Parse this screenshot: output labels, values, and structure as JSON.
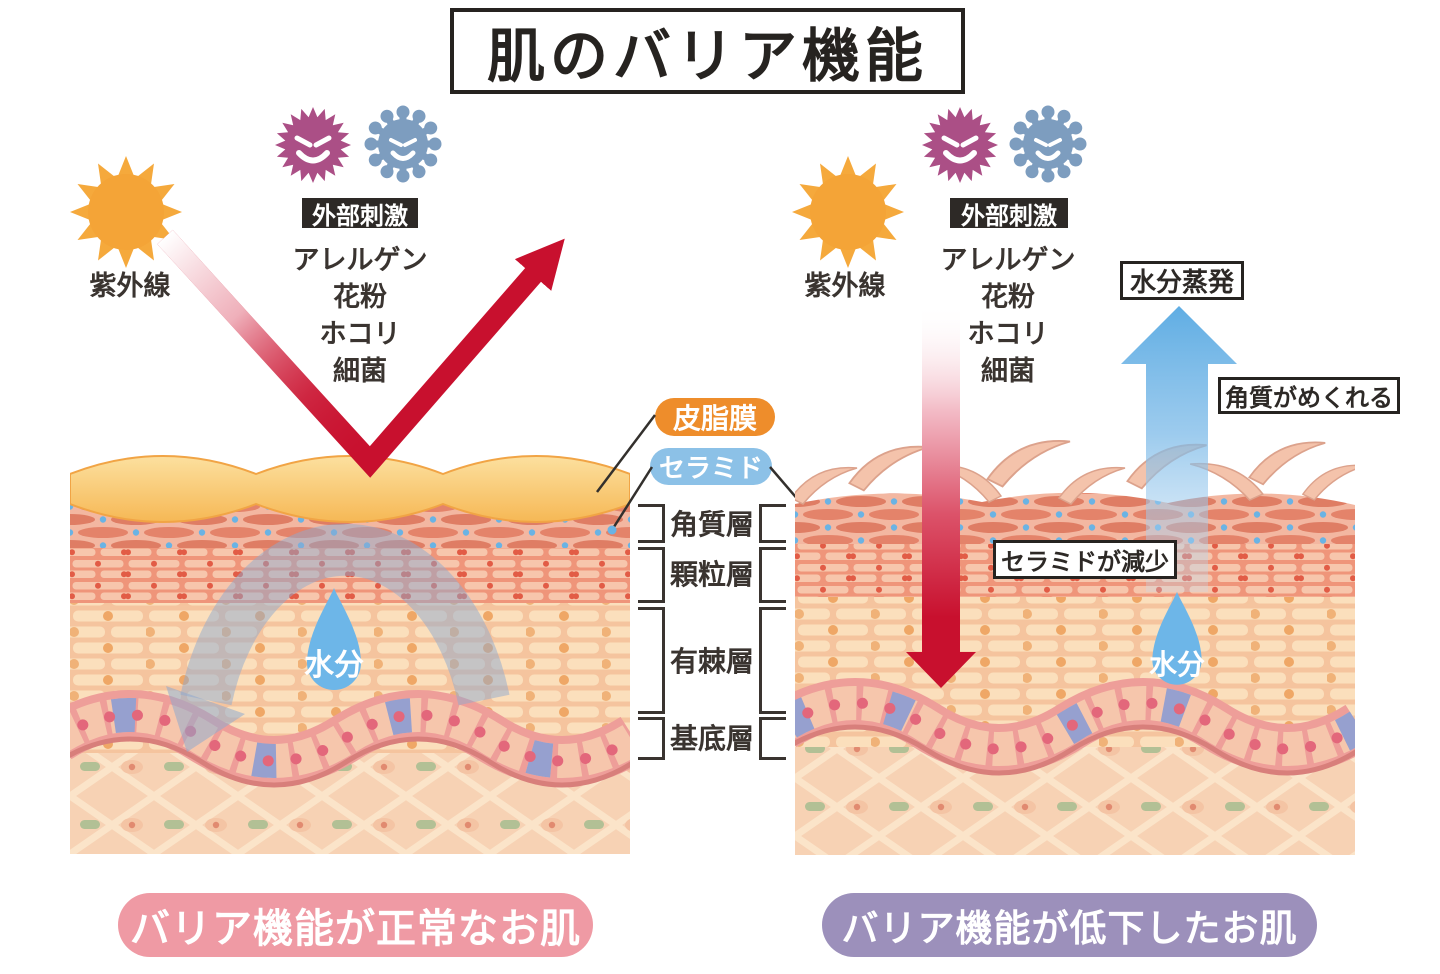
{
  "title": "肌のバリア機能",
  "legend": {
    "sebum": "皮脂膜",
    "ceramide": "セラミド",
    "layers": [
      "角質層",
      "顆粒層",
      "有棘層",
      "基底層"
    ]
  },
  "left": {
    "uv": "紫外線",
    "stimuli_title": "外部刺激",
    "stimuli": [
      "アレルゲン",
      "花粉",
      "ホコリ",
      "細菌"
    ],
    "moisture": "水分",
    "caption": "バリア機能が正常なお肌"
  },
  "right": {
    "uv": "紫外線",
    "stimuli_title": "外部刺激",
    "stimuli": [
      "アレルゲン",
      "花粉",
      "ホコリ",
      "細菌"
    ],
    "evaporation": "水分蒸発",
    "peeling": "角質がめくれる",
    "ceramide_decrease": "セラミドが減少",
    "moisture": "水分",
    "caption": "バリア機能が低下したお肌"
  },
  "colors": {
    "arrow_red": "#c8102e",
    "arrow_blue": "#7cbae8",
    "sun_orange": "#f5a93c",
    "germ_purple": "#ab4f86",
    "germ_blue": "#7d9dbf",
    "sebum_pill_orange": "#ee8d2b",
    "ceramide_pill_blue": "#8cc1e7",
    "stimuli_badge_black": "#2d2926",
    "caption_normal_pink": "#ef9aa4",
    "caption_damaged_purple": "#9c90bb",
    "moisture_drop_blue": "#6db6e8"
  }
}
